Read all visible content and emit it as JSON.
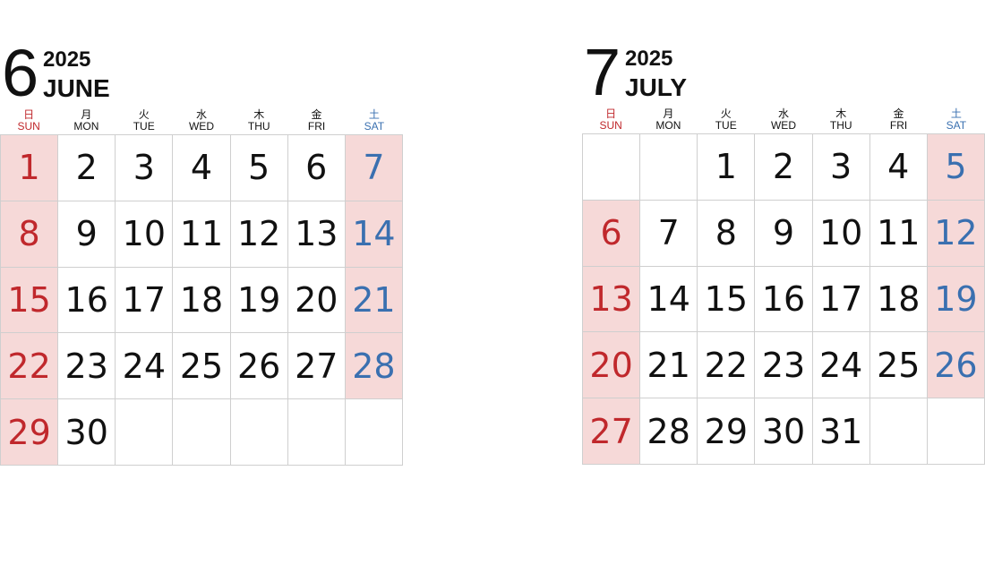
{
  "weekdays": [
    {
      "jp": "日",
      "en": "SUN"
    },
    {
      "jp": "月",
      "en": "MON"
    },
    {
      "jp": "火",
      "en": "TUE"
    },
    {
      "jp": "水",
      "en": "WED"
    },
    {
      "jp": "木",
      "en": "THU"
    },
    {
      "jp": "金",
      "en": "FRI"
    },
    {
      "jp": "土",
      "en": "SAT"
    }
  ],
  "colors": {
    "sunday": "#c0282c",
    "saturday": "#3a70b0",
    "weekend_fill": "#f6d9d8",
    "grid": "#cfcfcf"
  },
  "calendars": [
    {
      "month_number": "6",
      "year": "2025",
      "month_name": "JUNE",
      "weeks": [
        [
          "1",
          "2",
          "3",
          "4",
          "5",
          "6",
          "7"
        ],
        [
          "8",
          "9",
          "10",
          "11",
          "12",
          "13",
          "14"
        ],
        [
          "15",
          "16",
          "17",
          "18",
          "19",
          "20",
          "21"
        ],
        [
          "22",
          "23",
          "24",
          "25",
          "26",
          "27",
          "28"
        ],
        [
          "29",
          "30",
          "",
          "",
          "",
          "",
          ""
        ]
      ]
    },
    {
      "month_number": "7",
      "year": "2025",
      "month_name": "JULY",
      "weeks": [
        [
          "",
          "",
          "1",
          "2",
          "3",
          "4",
          "5"
        ],
        [
          "6",
          "7",
          "8",
          "9",
          "10",
          "11",
          "12"
        ],
        [
          "13",
          "14",
          "15",
          "16",
          "17",
          "18",
          "19"
        ],
        [
          "20",
          "21",
          "22",
          "23",
          "24",
          "25",
          "26"
        ],
        [
          "27",
          "28",
          "29",
          "30",
          "31",
          "",
          ""
        ]
      ]
    }
  ]
}
